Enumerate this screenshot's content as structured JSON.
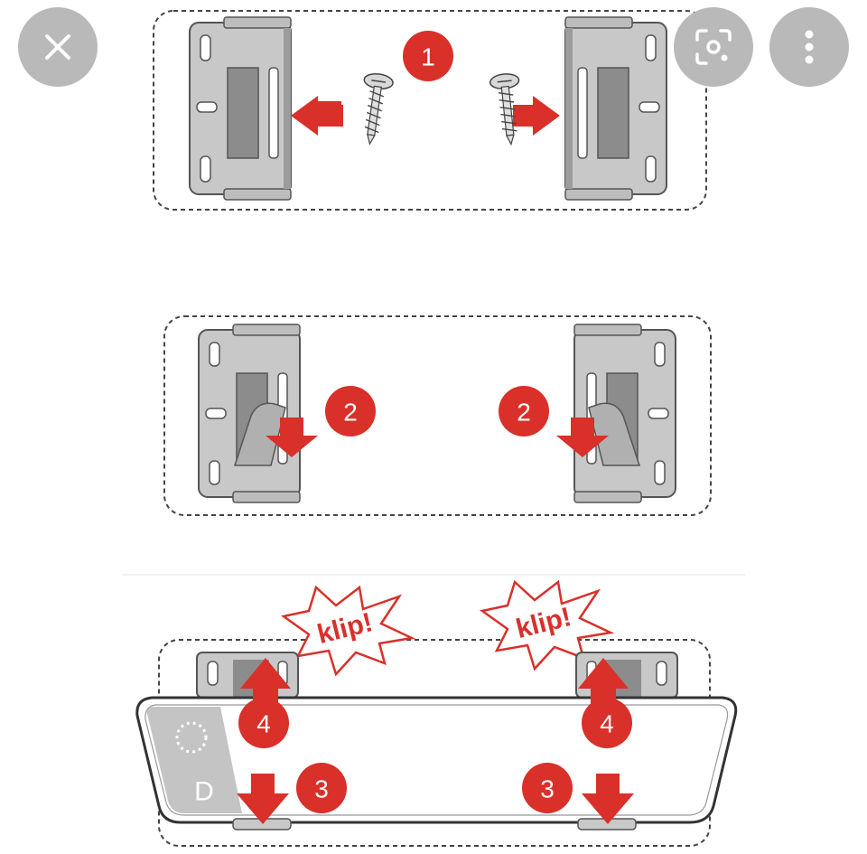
{
  "viewer": {
    "close_icon": "close-icon",
    "lens_icon": "lens-search-icon",
    "more_icon": "more-vert-icon",
    "control_color": "#b9b9b9"
  },
  "diagram": {
    "colors": {
      "accent": "#d9302a",
      "bracket": "#c8c8c8",
      "bracket_outline": "#555555",
      "pad": "#8c8c8c"
    },
    "steps": {
      "step1": "1",
      "step2": "2",
      "step3": "3",
      "step4": "4"
    },
    "klip_label": "klip!",
    "mirror_mark": "D"
  }
}
